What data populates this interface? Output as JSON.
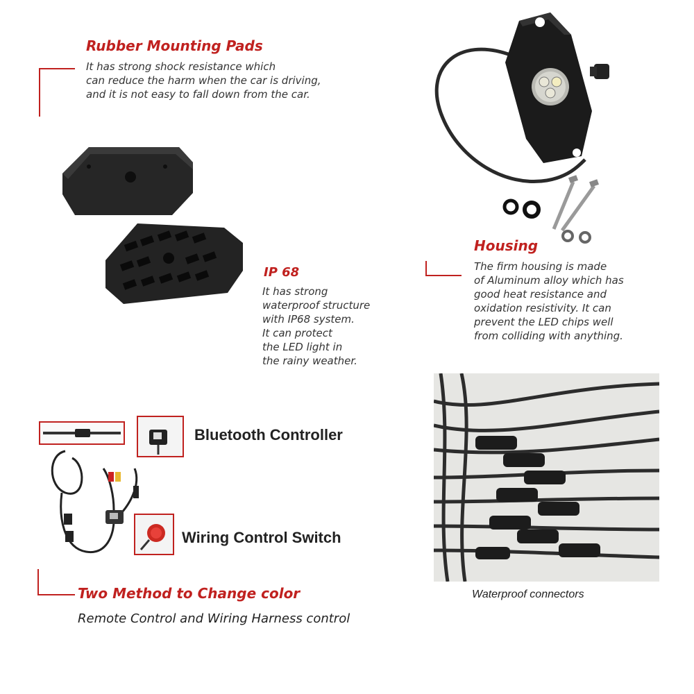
{
  "rubber": {
    "title": "Rubber Mounting Pads",
    "lines": [
      "It has strong shock resistance which",
      "can reduce the harm when the car is driving,",
      "and it is not easy to fall down from the car."
    ]
  },
  "ip68": {
    "title": "IP 68",
    "lines": [
      "It has strong",
      "waterproof structure",
      "with IP68 system.",
      "It can protect",
      "the LED light in",
      "the rainy weather."
    ]
  },
  "housing": {
    "title": "Housing",
    "lines": [
      "The firm housing is made",
      "of Aluminum alloy which has",
      "good heat resistance and",
      "oxidation resistivity. It can",
      "prevent the LED chips well",
      "from colliding with anything."
    ]
  },
  "controller": {
    "bluetooth_label": "Bluetooth Controller",
    "switch_label": "Wiring Control Switch"
  },
  "methods": {
    "title": "Two Method to Change color",
    "subtitle": "Remote Control and Wiring Harness control"
  },
  "connectors": {
    "caption": "Waterproof connectors"
  },
  "colors": {
    "accent_red": "#c0211f",
    "text_gray": "#333333",
    "rubber_black": "#1e1e1e"
  }
}
